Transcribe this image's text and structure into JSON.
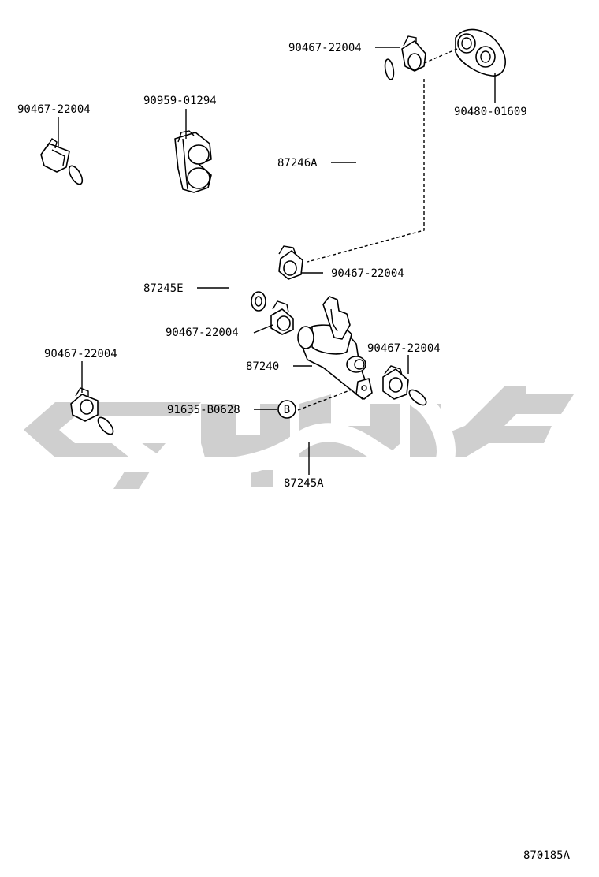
{
  "labels": {
    "clamp_top": "90467-22004",
    "grommet": "90480-01609",
    "clamp_left": "90467-22004",
    "hose_clamp_bracket": "90959-01294",
    "hose_upper": "87246A",
    "hose_short": "87245E",
    "clamp_mid_right": "90467-22004",
    "clamp_mid_left": "90467-22004",
    "valve": "87240",
    "clamp_lower_left": "90467-22004",
    "clamp_lower_right": "90467-22004",
    "bolt": "91635-B0628",
    "bolt_callout": "B",
    "hose_lower": "87245A",
    "figure_code": "870185A"
  },
  "colors": {
    "line": "#000000",
    "watermark": "#cfcfcf",
    "background": "#ffffff"
  }
}
